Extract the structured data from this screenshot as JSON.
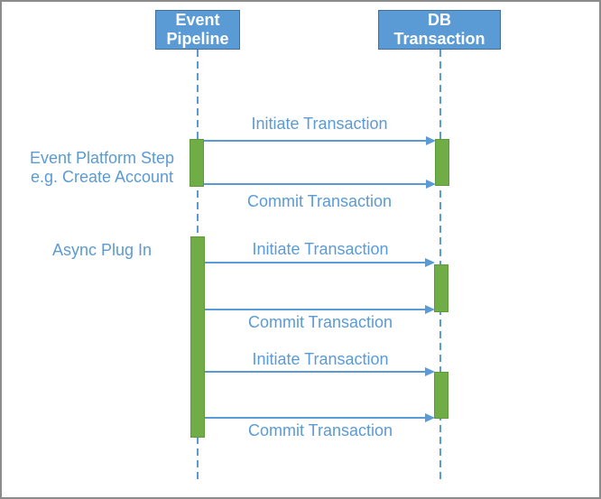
{
  "diagram": {
    "type": "sequence-diagram",
    "actors": [
      {
        "id": "event-pipeline",
        "label": "Event\nPipeline"
      },
      {
        "id": "db-transaction",
        "label": "DB\nTransaction"
      }
    ],
    "annotations": [
      {
        "id": "event-platform-step",
        "label": "Event Platform Step\ne.g. Create Account"
      },
      {
        "id": "async-plug-in",
        "label": "Async Plug In"
      }
    ],
    "messages": [
      {
        "from": "event-pipeline",
        "to": "db-transaction",
        "label": "Initiate Transaction"
      },
      {
        "from": "event-pipeline",
        "to": "db-transaction",
        "label": "Commit Transaction"
      },
      {
        "from": "event-pipeline",
        "to": "db-transaction",
        "label": "Initiate Transaction"
      },
      {
        "from": "event-pipeline",
        "to": "db-transaction",
        "label": "Commit Transaction"
      },
      {
        "from": "event-pipeline",
        "to": "db-transaction",
        "label": "Initiate Transaction"
      },
      {
        "from": "event-pipeline",
        "to": "db-transaction",
        "label": "Commit Transaction"
      }
    ],
    "colors": {
      "actor_fill": "#5B9BD5",
      "actor_border": "#41719C",
      "activation_fill": "#70AD47",
      "activation_border": "#60993C",
      "connector": "#5B9BD5",
      "label_text": "#5B9BD5",
      "frame_border": "#8B8B8B"
    }
  }
}
